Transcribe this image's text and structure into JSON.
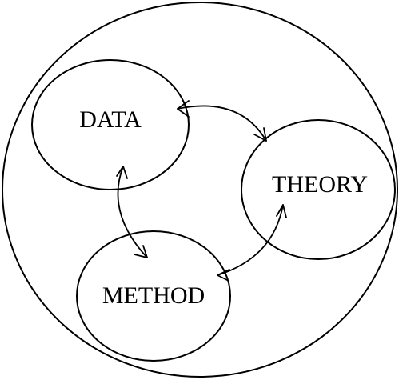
{
  "nodes": {
    "data": {
      "label": "DATA"
    },
    "theory": {
      "label": "THEORY"
    },
    "method": {
      "label": "METHOD"
    }
  },
  "colors": {
    "stroke": "#000000",
    "background": "#ffffff"
  }
}
